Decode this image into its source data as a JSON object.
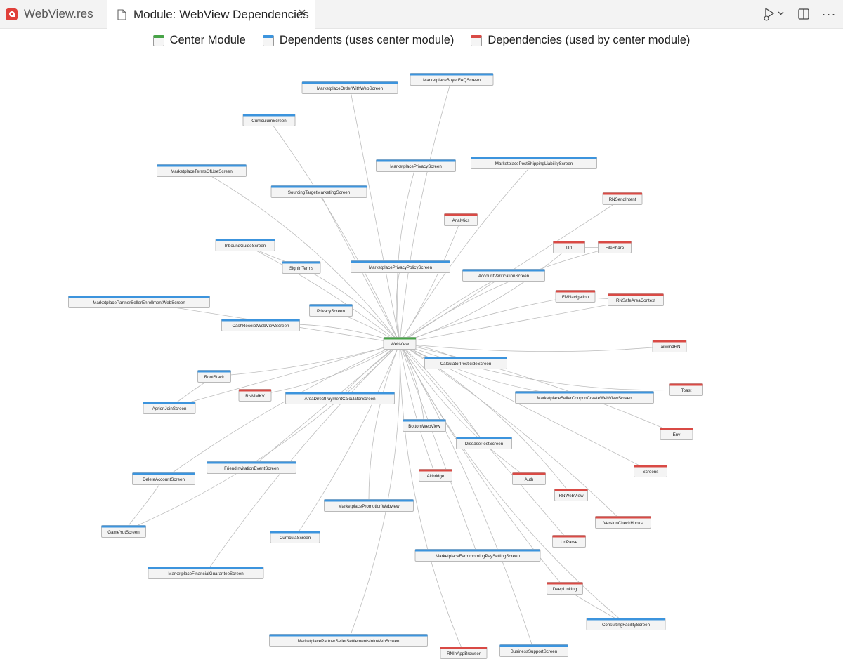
{
  "tabs": [
    {
      "label": "WebView.res",
      "active": false
    },
    {
      "label": "Module: WebView Dependencies",
      "active": true
    }
  ],
  "colors": {
    "center": "#47a447",
    "dependent": "#3c94dd",
    "dependency": "#d94a45"
  },
  "legend": [
    {
      "type": "center",
      "label": "Center Module"
    },
    {
      "type": "dependent",
      "label": "Dependents (uses center module)"
    },
    {
      "type": "dependency",
      "label": "Dependencies (used by center module)"
    }
  ],
  "graph": {
    "center": "WebView",
    "nodes": [
      {
        "id": "WebView",
        "type": "center"
      },
      {
        "id": "MarketplaceBuyerFAQScreen",
        "type": "dependent"
      },
      {
        "id": "MarketplaceOrderWithWebScreen",
        "type": "dependent"
      },
      {
        "id": "CurriculumScreen",
        "type": "dependent"
      },
      {
        "id": "MarketplaceTermsOfUseScreen",
        "type": "dependent"
      },
      {
        "id": "MarketplacePrivacyScreen",
        "type": "dependent"
      },
      {
        "id": "MarketplacePostShippingLiabilityScreen",
        "type": "dependent"
      },
      {
        "id": "SourcingTargetMarketingScreen",
        "type": "dependent"
      },
      {
        "id": "InboundGuideScreen",
        "type": "dependent"
      },
      {
        "id": "SignInTerms",
        "type": "dependent"
      },
      {
        "id": "MarketplacePrivacyPolicyScreen",
        "type": "dependent"
      },
      {
        "id": "AccountVerificationScreen",
        "type": "dependent"
      },
      {
        "id": "MarketplacePartnerSellerEnrollmentWebScreen",
        "type": "dependent"
      },
      {
        "id": "PrivacyScreen",
        "type": "dependent"
      },
      {
        "id": "CashReceiptWebViewScreen",
        "type": "dependent"
      },
      {
        "id": "CalculatorPesticideScreen",
        "type": "dependent"
      },
      {
        "id": "RootStack",
        "type": "dependent"
      },
      {
        "id": "AgrionJoinScreen",
        "type": "dependent"
      },
      {
        "id": "AreaDirectPaymentCalculatorScreen",
        "type": "dependent"
      },
      {
        "id": "MarketplaceSellerCouponCreateWebViewScreen",
        "type": "dependent"
      },
      {
        "id": "BottomWebView",
        "type": "dependent"
      },
      {
        "id": "DiseasePestScreen",
        "type": "dependent"
      },
      {
        "id": "FriendInvitationEventScreen",
        "type": "dependent"
      },
      {
        "id": "DeleteAccountScreen",
        "type": "dependent"
      },
      {
        "id": "MarketplacePromotionWebview",
        "type": "dependent"
      },
      {
        "id": "GameYutScreen",
        "type": "dependent"
      },
      {
        "id": "CurriculaScreen",
        "type": "dependent"
      },
      {
        "id": "MarketplaceFarmmorningPaySettingScreen",
        "type": "dependent"
      },
      {
        "id": "MarketplaceFinancialGuaranteeScreen",
        "type": "dependent"
      },
      {
        "id": "ConsultingFacilityScreen",
        "type": "dependent"
      },
      {
        "id": "MarketplacePartnerSellerSettlementsInfoWebScreen",
        "type": "dependent"
      },
      {
        "id": "BusinessSupportScreen",
        "type": "dependent"
      },
      {
        "id": "RNSendIntent",
        "type": "dependency"
      },
      {
        "id": "Analytics",
        "type": "dependency"
      },
      {
        "id": "Url",
        "type": "dependency"
      },
      {
        "id": "FileShare",
        "type": "dependency"
      },
      {
        "id": "FMNavigation",
        "type": "dependency"
      },
      {
        "id": "RNSafeAreaContext",
        "type": "dependency"
      },
      {
        "id": "TailwindRN",
        "type": "dependency"
      },
      {
        "id": "Toast",
        "type": "dependency"
      },
      {
        "id": "RNMMKV",
        "type": "dependency"
      },
      {
        "id": "Env",
        "type": "dependency"
      },
      {
        "id": "Screens",
        "type": "dependency"
      },
      {
        "id": "Airbridge",
        "type": "dependency"
      },
      {
        "id": "Auth",
        "type": "dependency"
      },
      {
        "id": "RNWebView",
        "type": "dependency"
      },
      {
        "id": "VersionCheckHooks",
        "type": "dependency"
      },
      {
        "id": "UrlParse",
        "type": "dependency"
      },
      {
        "id": "DeepLinking",
        "type": "dependency"
      },
      {
        "id": "RNInAppBrowser",
        "type": "dependency"
      }
    ],
    "extra_edges": [
      [
        "InboundGuideScreen",
        "SignInTerms"
      ],
      [
        "RootStack",
        "AgrionJoinScreen"
      ],
      [
        "Url",
        "FileShare"
      ],
      [
        "FMNavigation",
        "RNSafeAreaContext"
      ],
      [
        "DeepLinking",
        "ConsultingFacilityScreen"
      ],
      [
        "GameYutScreen",
        "DeleteAccountScreen"
      ]
    ]
  }
}
